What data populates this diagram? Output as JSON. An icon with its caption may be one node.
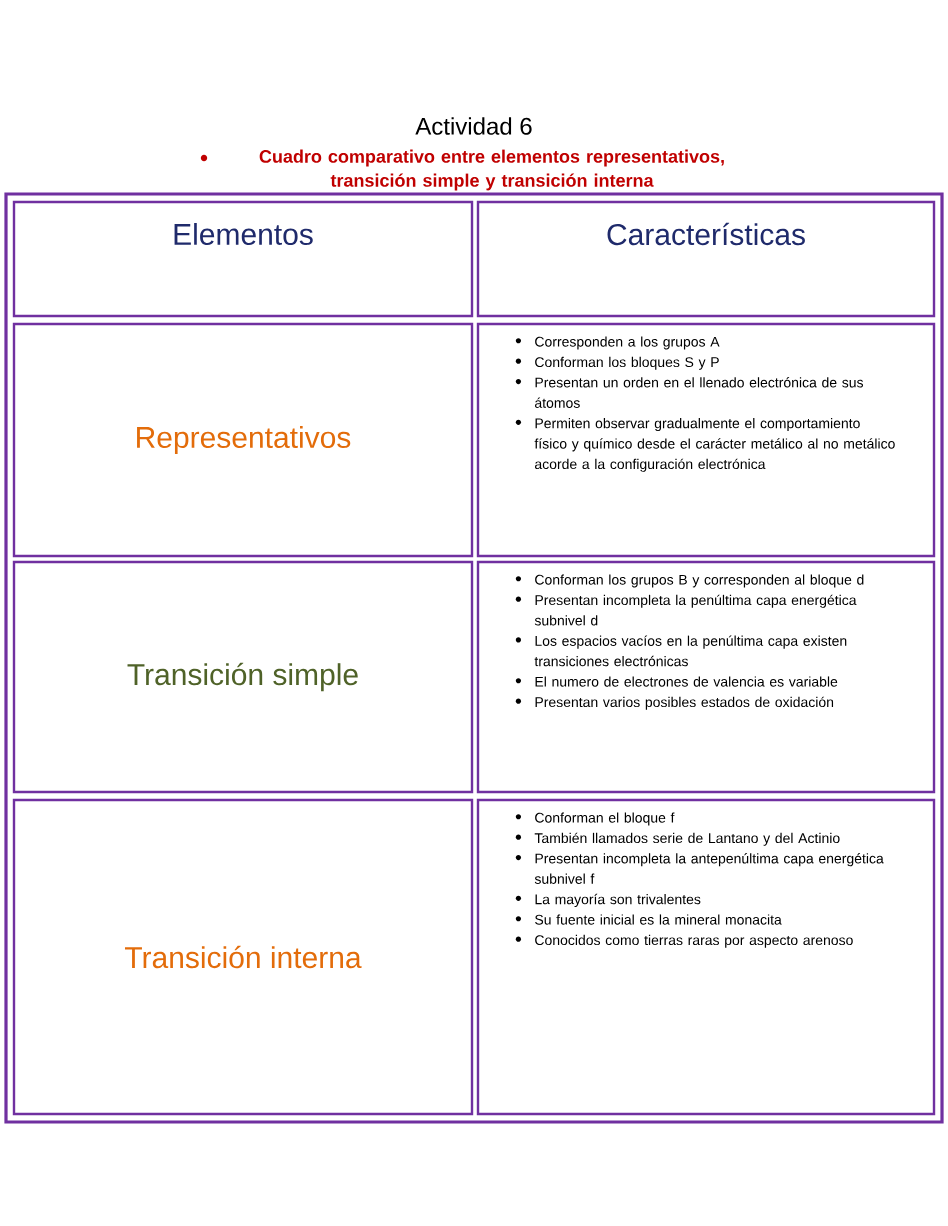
{
  "diagram": {
    "title": "Actividad 6",
    "labels": [
      "Cuadro comparativo entre elementos representativos, transición simple y transición interna"
    ],
    "nodes": [
      {
        "text": [
          "Elementos"
        ]
      },
      {
        "text": [
          "Características"
        ]
      },
      {
        "text": [
          "Representativos"
        ]
      },
      {
        "text": [
          "Corresponden a los grupos A",
          "Conforman los bloques S y P",
          "Presentan un orden en el llenado electrónica de sus átomos",
          "Permiten observar gradualmente el comportamiento físico y químico desde el carácter metálico al no metálico acorde a la configuración electrónica"
        ]
      },
      {
        "text": [
          "Transición simple"
        ]
      },
      {
        "text": [
          "Conforman los grupos B y corresponden al bloque d",
          "Presentan incompleta la penúltima capa energética subnivel d",
          "Los espacios vacíos en la penúltima capa existen transiciones electrónicas",
          "El numero de electrones de valencia es variable",
          "Presentan varios posibles estados de oxidación"
        ]
      },
      {
        "text": [
          "Transición interna"
        ]
      },
      {
        "text": [
          "Conforman el bloque f",
          "También llamados serie de Lantano y del Actinio",
          "Presentan incompleta la antepenúltima capa energética subnivel f",
          "La mayoría son trivalentes",
          "Su fuente inicial es la mineral monacita",
          "Conocidos como tierras raras por aspecto arenoso"
        ]
      }
    ]
  }
}
